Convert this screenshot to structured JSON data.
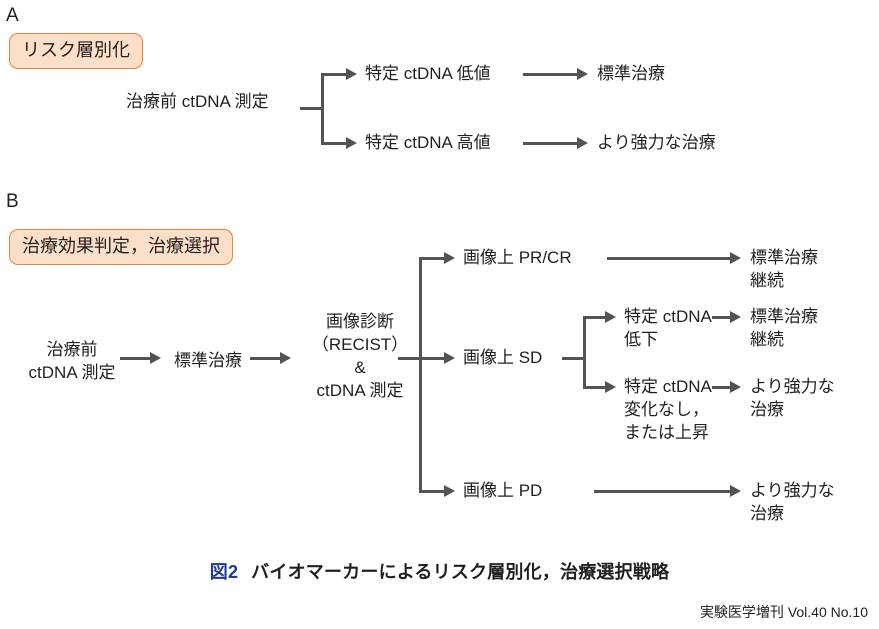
{
  "figure": {
    "caption_number": "図2",
    "caption_text": "バイオマーカーによるリスク層別化，治療選択戦略",
    "footer": "実験医学増刊 Vol.40 No.10",
    "colors": {
      "tag_fill": "#fbdfc8",
      "tag_border": "#e8833a",
      "connector": "#555253",
      "caption_number": "#1f3a93",
      "text": "#231f1d"
    }
  },
  "panel_a": {
    "letter": "A",
    "tag": "リスク層別化",
    "start_node": "治療前 ctDNA 測定",
    "branches": [
      {
        "condition": "特定 ctDNA 低値",
        "outcome": "標準治療"
      },
      {
        "condition": "特定 ctDNA 高値",
        "outcome": "より強力な治療"
      }
    ]
  },
  "panel_b": {
    "letter": "B",
    "tag": "治療効果判定，治療選択",
    "chain": [
      {
        "lines": [
          "治療前",
          "ctDNA 測定"
        ]
      },
      {
        "lines": [
          "標準治療"
        ]
      },
      {
        "lines": [
          "画像診断",
          "（RECIST）",
          "&",
          "ctDNA 測定"
        ]
      }
    ],
    "branches": [
      {
        "condition": {
          "lines": [
            "画像上 PR/CR"
          ]
        },
        "outcome": {
          "lines": [
            "標準治療",
            "継続"
          ]
        }
      },
      {
        "condition": {
          "lines": [
            "画像上 SD"
          ]
        },
        "subbranches": [
          {
            "condition": {
              "lines": [
                "特定 ctDNA",
                "低下"
              ]
            },
            "outcome": {
              "lines": [
                "標準治療",
                "継続"
              ]
            }
          },
          {
            "condition": {
              "lines": [
                "特定 ctDNA",
                "変化なし，",
                "または上昇"
              ]
            },
            "outcome": {
              "lines": [
                "より強力な",
                "治療"
              ]
            }
          }
        ]
      },
      {
        "condition": {
          "lines": [
            "画像上 PD"
          ]
        },
        "outcome": {
          "lines": [
            "より強力な",
            "治療"
          ]
        }
      }
    ]
  }
}
